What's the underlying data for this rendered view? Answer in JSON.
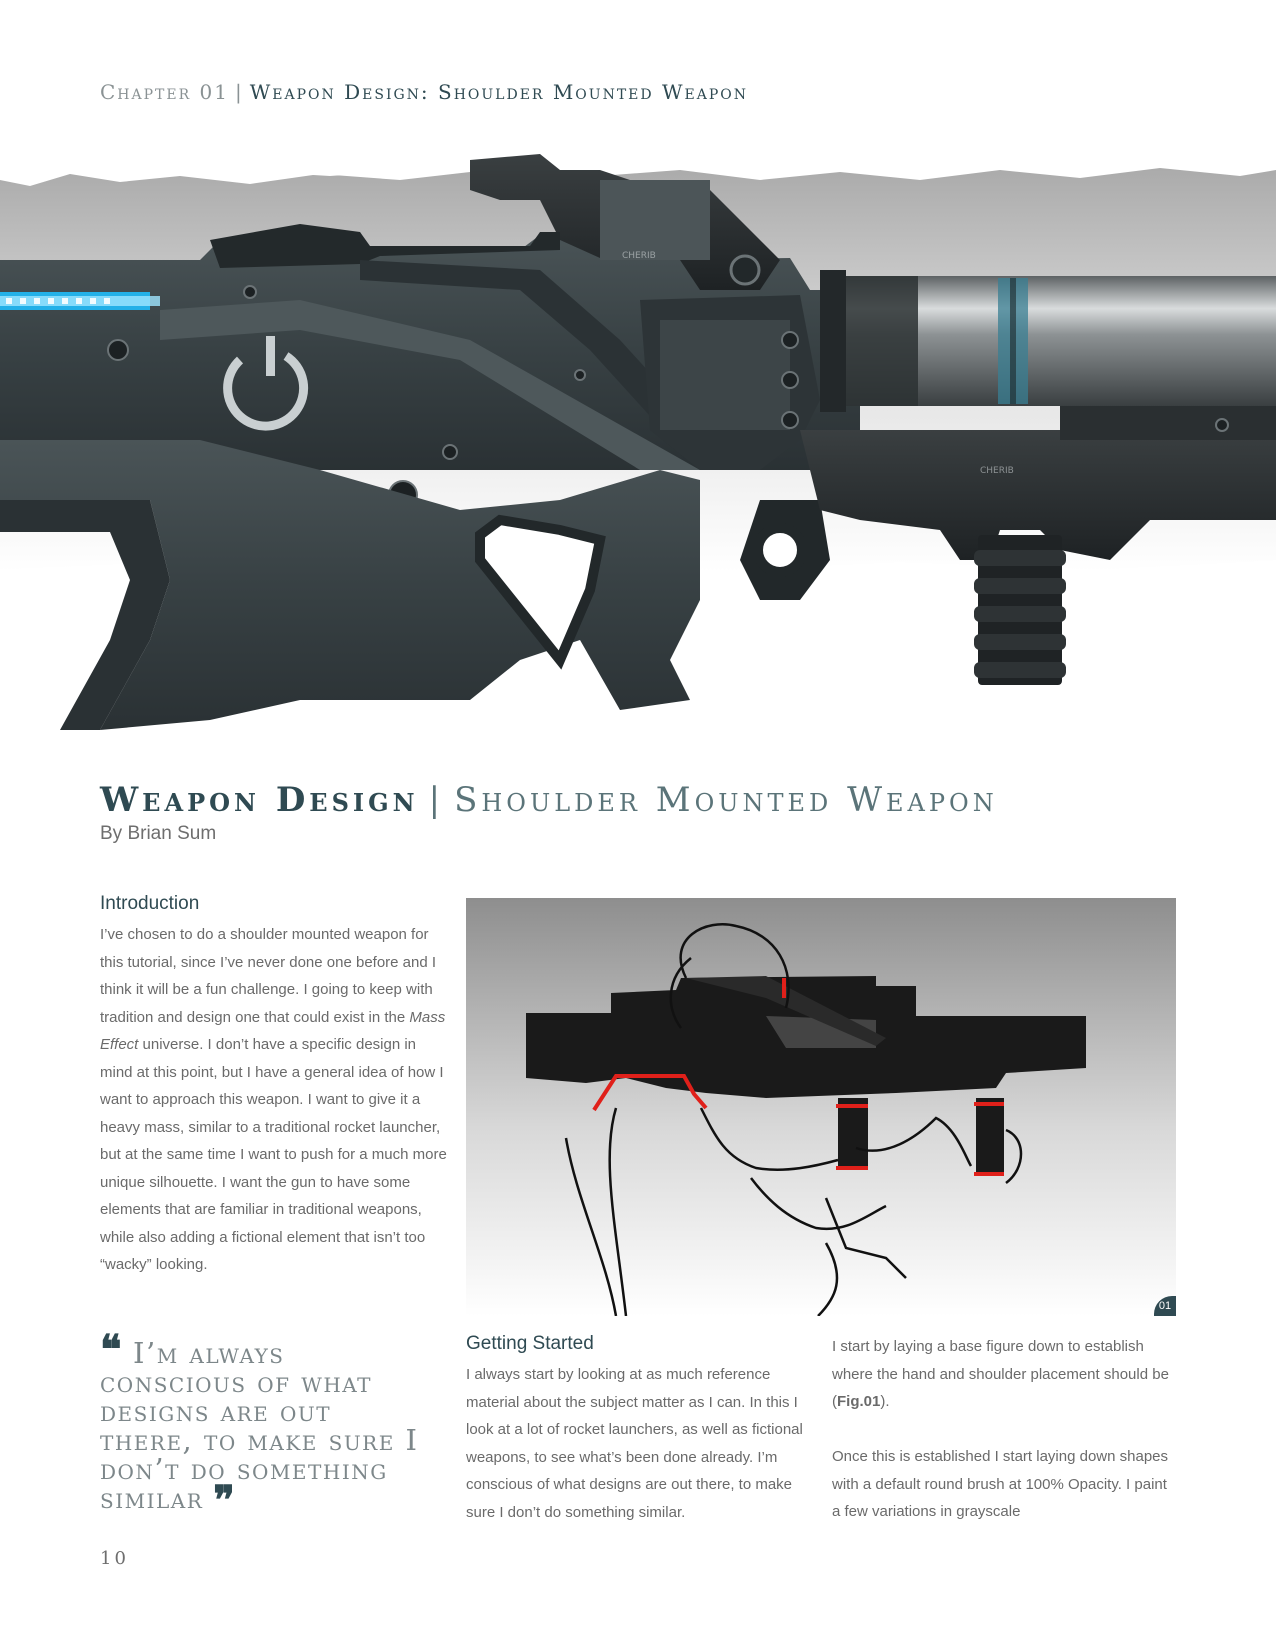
{
  "header": {
    "chapter": "Chapter 01",
    "separator": "|",
    "title": "Weapon Design: Shoulder Mounted Weapon"
  },
  "hero": {
    "logo_text": "CHERIB"
  },
  "article": {
    "title_main": "Weapon Design",
    "title_separator": "|",
    "title_sub": "Shoulder Mounted Weapon",
    "byline": "By Brian Sum"
  },
  "intro": {
    "heading": "Introduction",
    "text_before": "I’ve chosen to do a shoulder mounted weapon for this tutorial, since I’ve never done one before and I think it will be a fun challenge. I going to keep with tradition and design one that could exist in the ",
    "text_italic": "Mass Effect",
    "text_after": " universe. I don’t have a specific design in mind at this point, but I have a general idea of how I want to approach this weapon. I want to give it a heavy mass, similar to a traditional rocket launcher, but at the same time I want to push for a much more unique silhouette. I want the gun to have some elements that are familiar in traditional weapons, while also adding a fictional element that isn’t too “wacky” looking."
  },
  "quote": {
    "open_mark": "❝",
    "text": "I’m always conscious of what designs are out there, to make sure I don’t do something similar",
    "close_mark": "❞"
  },
  "getting_started": {
    "heading": "Getting Started",
    "text": "I always start by looking at as much reference material about the subject matter as I can. In this I look at a lot of rocket launchers, as well as fictional weapons, to see what’s been done already. I’m conscious of what designs are out there, to make sure I don’t do something similar."
  },
  "col3": {
    "p1_before": "I start by laying a base figure down to establish where the hand and shoulder placement should be (",
    "p1_bold": "Fig.01",
    "p1_after": ").",
    "p2": "Once this is established I start laying down shapes with a default round brush at 100% Opacity. I paint a few variations in grayscale"
  },
  "figure": {
    "tag": "01"
  },
  "folio": "10",
  "colors": {
    "accent": "#2f4a52",
    "secondary": "#5b7479",
    "glow": "#22b6f0",
    "sketch_red": "#e0201a"
  }
}
